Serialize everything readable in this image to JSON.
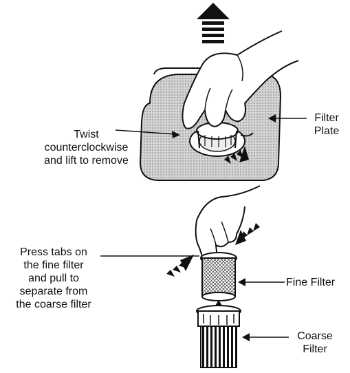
{
  "labels": {
    "twist": [
      "Twist",
      "counterclockwise",
      "and lift to remove"
    ],
    "filter_plate": [
      "Filter",
      "Plate"
    ],
    "press_tabs": [
      "Press tabs on",
      "the fine filter",
      "and pull to",
      "separate from",
      "the coarse filter"
    ],
    "fine_filter": "Fine Filter",
    "coarse_filter": [
      "Coarse",
      "Filter"
    ]
  },
  "icons": {
    "lift_arrow": "arrow-up-icon",
    "rotate_arrow": "dashed-arrow-icon",
    "press_arrows": "dashed-arrow-icon"
  },
  "colors": {
    "ink": "#111111",
    "plate_fill": "#c9c9c9"
  }
}
